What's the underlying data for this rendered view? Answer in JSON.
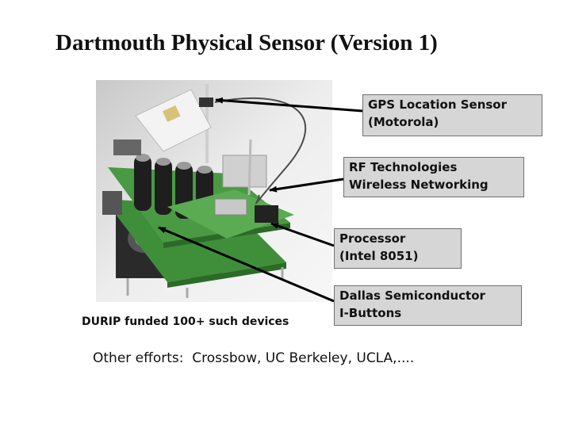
{
  "slide": {
    "title": "Dartmouth Physical Sensor (Version 1)",
    "callouts": {
      "gps": "GPS Location Sensor\n(Motorola)",
      "rf": "RF Technologies\nWireless Networking",
      "processor": "Processor\n(Intel 8051)",
      "dallas": "Dallas Semiconductor\nI-Buttons"
    },
    "caption": "DURIP funded 100+ such devices",
    "footer": "Other efforts:  Crossbow, UC Berkeley, UCLA,...."
  },
  "colors": {
    "callout_fill": "#d6d6d6",
    "callout_border": "#707070",
    "pcb_green": "#3f8f3a"
  }
}
